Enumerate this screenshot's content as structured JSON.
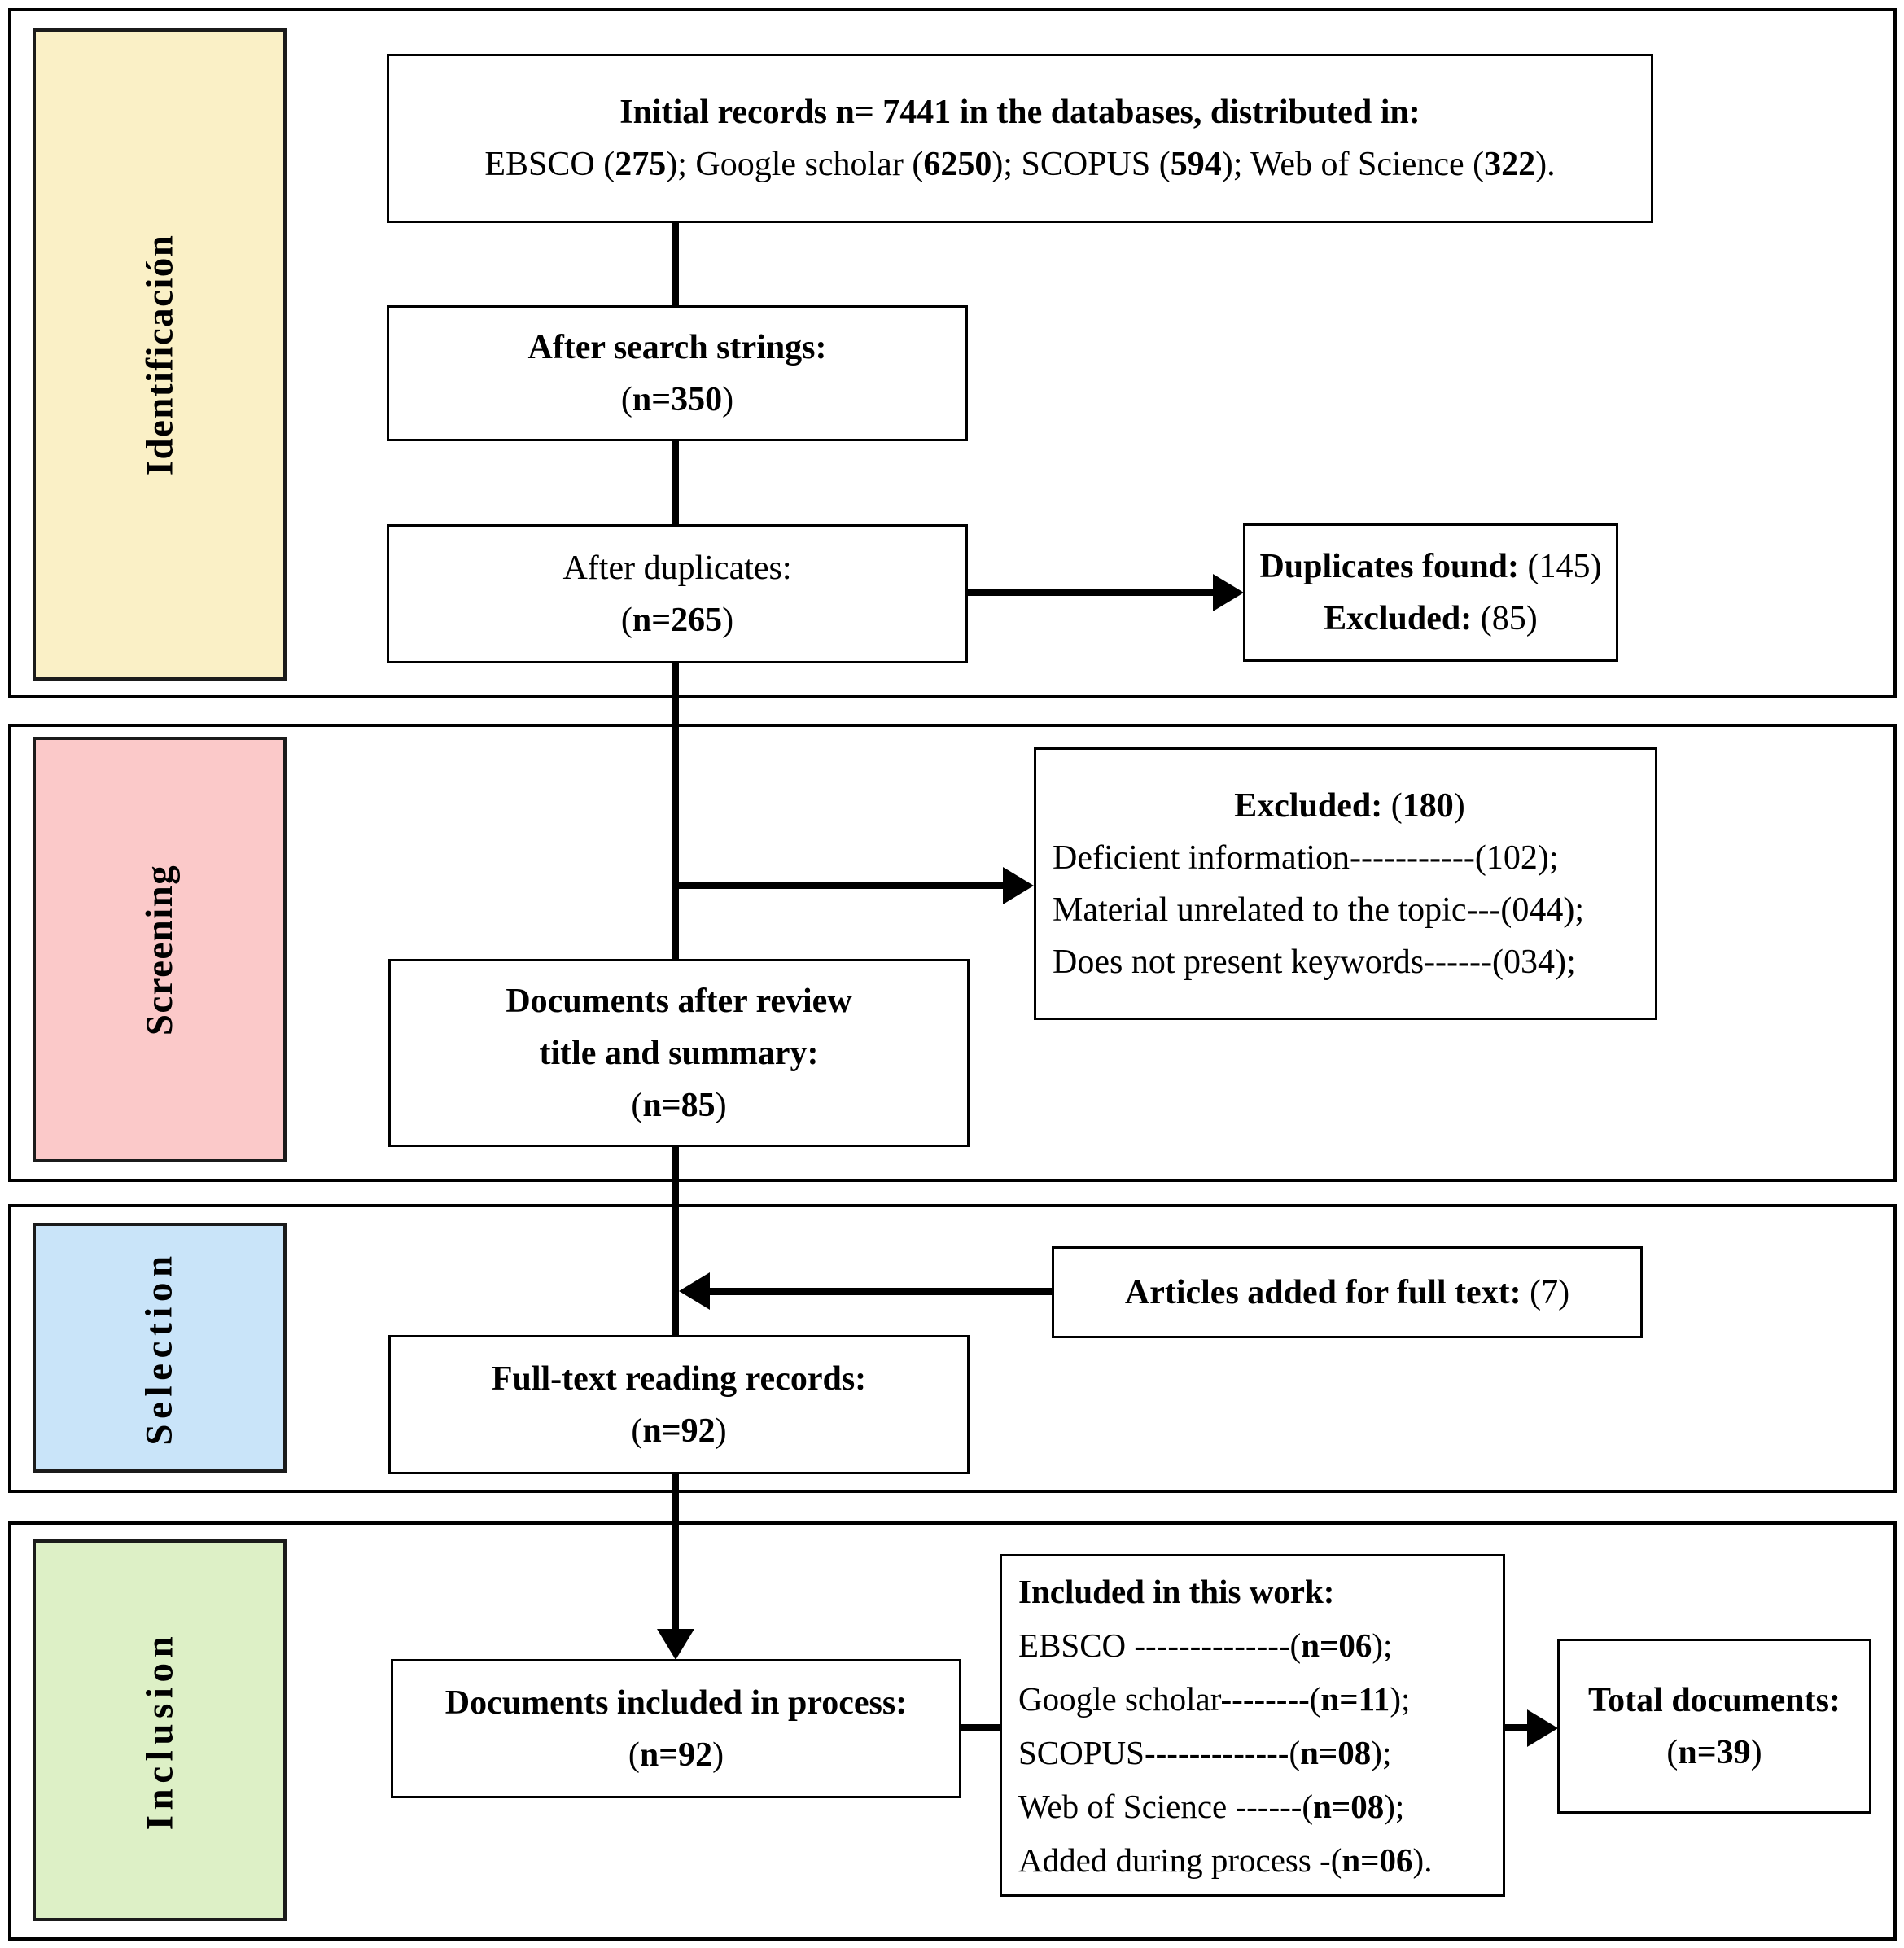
{
  "phases": [
    {
      "label": "Identificación",
      "color": "#faf0c6"
    },
    {
      "label": "Screening",
      "color": "#fbc9c9"
    },
    {
      "label": "Selection",
      "color": "#c9e4f9"
    },
    {
      "label": "Inclusion",
      "color": "#ddf0c6"
    }
  ],
  "boxes": {
    "initial": {
      "line1": "Initial records n= 7441 in the databases, distributed in:",
      "line2": [
        {
          "t": "EBSCO (",
          "b": false
        },
        {
          "t": "275",
          "b": true
        },
        {
          "t": "); Google scholar (",
          "b": false
        },
        {
          "t": "6250",
          "b": true
        },
        {
          "t": "); SCOPUS (",
          "b": false
        },
        {
          "t": "594",
          "b": true
        },
        {
          "t": "); Web of Science (",
          "b": false
        },
        {
          "t": "322",
          "b": true
        },
        {
          "t": ").",
          "b": false
        }
      ]
    },
    "search": {
      "line1": "After search strings:",
      "line2": [
        {
          "t": "(",
          "b": false
        },
        {
          "t": "n=350",
          "b": true
        },
        {
          "t": ")",
          "b": false
        }
      ]
    },
    "after_duplicates": {
      "line1": "After duplicates:",
      "line2": [
        {
          "t": "(",
          "b": false
        },
        {
          "t": "n=265",
          "b": true
        },
        {
          "t": ")",
          "b": false
        }
      ]
    },
    "duplicates_found": {
      "line1": [
        {
          "t": "Duplicates found: ",
          "b": true
        },
        {
          "t": "(145)",
          "b": false
        }
      ],
      "line2": [
        {
          "t": "Excluded: ",
          "b": true
        },
        {
          "t": "(85)",
          "b": false
        }
      ]
    },
    "excluded": {
      "title": [
        {
          "t": "Excluded: ",
          "b": true
        },
        {
          "t": "(",
          "b": false
        },
        {
          "t": "180",
          "b": true
        },
        {
          "t": ")",
          "b": false
        }
      ],
      "items": [
        "Deficient information-----------(102);",
        "Material unrelated to the topic---(044);",
        "Does not present keywords------(034);"
      ]
    },
    "review": {
      "line1": "Documents after review",
      "line2": "title and summary:",
      "line3": [
        {
          "t": "(",
          "b": false
        },
        {
          "t": "n=85",
          "b": true
        },
        {
          "t": ")",
          "b": false
        }
      ]
    },
    "articles_added": {
      "text": [
        {
          "t": "Articles added for full text: ",
          "b": true
        },
        {
          "t": "(7)",
          "b": false
        }
      ]
    },
    "fulltext": {
      "line1": "Full-text reading records:",
      "line2": [
        {
          "t": "(",
          "b": false
        },
        {
          "t": "n=92",
          "b": true
        },
        {
          "t": ")",
          "b": false
        }
      ]
    },
    "included_process": {
      "line1": "Documents included in process:",
      "line2": [
        {
          "t": "(",
          "b": false
        },
        {
          "t": "n=92",
          "b": true
        },
        {
          "t": ")",
          "b": false
        }
      ]
    },
    "included_work": {
      "title": "Included in this work:",
      "items": [
        [
          {
            "t": "EBSCO --------------(",
            "b": false
          },
          {
            "t": "n=06",
            "b": true
          },
          {
            "t": ");",
            "b": false
          }
        ],
        [
          {
            "t": "Google scholar--------(",
            "b": false
          },
          {
            "t": "n=11",
            "b": true
          },
          {
            "t": ");",
            "b": false
          }
        ],
        [
          {
            "t": "SCOPUS-------------(",
            "b": false
          },
          {
            "t": "n=08",
            "b": true
          },
          {
            "t": ");",
            "b": false
          }
        ],
        [
          {
            "t": "Web of Science  ------(",
            "b": false
          },
          {
            "t": "n=08",
            "b": true
          },
          {
            "t": ");",
            "b": false
          }
        ],
        [
          {
            "t": "Added during process -(",
            "b": false
          },
          {
            "t": "n=06",
            "b": true
          },
          {
            "t": ").",
            "b": false
          }
        ]
      ]
    },
    "total": {
      "line1": "Total documents:",
      "line2": [
        {
          "t": "(",
          "b": false
        },
        {
          "t": "n=39",
          "b": true
        },
        {
          "t": ")",
          "b": false
        }
      ]
    }
  }
}
